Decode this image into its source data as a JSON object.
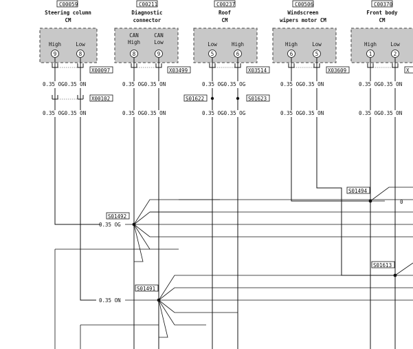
{
  "components": [
    {
      "code": "C00059",
      "name1": "Steering column",
      "name2": "CM",
      "pins": [
        {
          "label": "High",
          "num": "9"
        },
        {
          "label": "Low",
          "num": "8"
        }
      ]
    },
    {
      "code": "C00211",
      "name1": "Diagnostic",
      "name2": "connector",
      "pins": [
        {
          "label1": "CAN",
          "label2": "High",
          "num": "8"
        },
        {
          "label1": "CAN",
          "label2": "Low",
          "num": "9"
        }
      ]
    },
    {
      "code": "C00237",
      "name1": "Roof",
      "name2": "CM",
      "pins": [
        {
          "label": "Low",
          "num": "5"
        },
        {
          "label": "High",
          "num": "6"
        }
      ]
    },
    {
      "code": "C00506",
      "name1": "Windscreen",
      "name2": "wipers motor CM",
      "pins": [
        {
          "label": "High",
          "num": "6"
        },
        {
          "label": "Low",
          "num": "5"
        }
      ]
    },
    {
      "code": "C00370",
      "name1": "Front body",
      "name2": "CM",
      "pins": [
        {
          "label": "High",
          "num": "1"
        },
        {
          "label": "Low",
          "num": "2"
        }
      ]
    }
  ],
  "connectors": {
    "x00097": "X00097",
    "x03499": "X03499",
    "x03514": "X03514",
    "x03609": "X03609",
    "x00102": "X00102",
    "x_partial": "X"
  },
  "wire_labels_row1": [
    "0.35 OG0.35 ON",
    "0.35 OG0.35 ON",
    "0.35 OG0.35 OG",
    "0.35 OG0.35 ON",
    "0.35 OG0.35 ON"
  ],
  "wire_labels_row2": [
    "0.35 OG0.35 ON",
    "0.35 OG0.35 ON",
    "0.35 OG0.35 OG",
    "0.35 OG0.35 ON",
    "0.35 OG0.35 ON"
  ],
  "splices": {
    "s01622": "S01622",
    "s01623": "S01623",
    "s01492": "S01492",
    "s01491": "S01491",
    "s01494": "S01494",
    "s01613": "S01613"
  },
  "splice_wire_labels": {
    "og": "0.35 OG",
    "on": "0.35 ON",
    "partial": "0"
  }
}
